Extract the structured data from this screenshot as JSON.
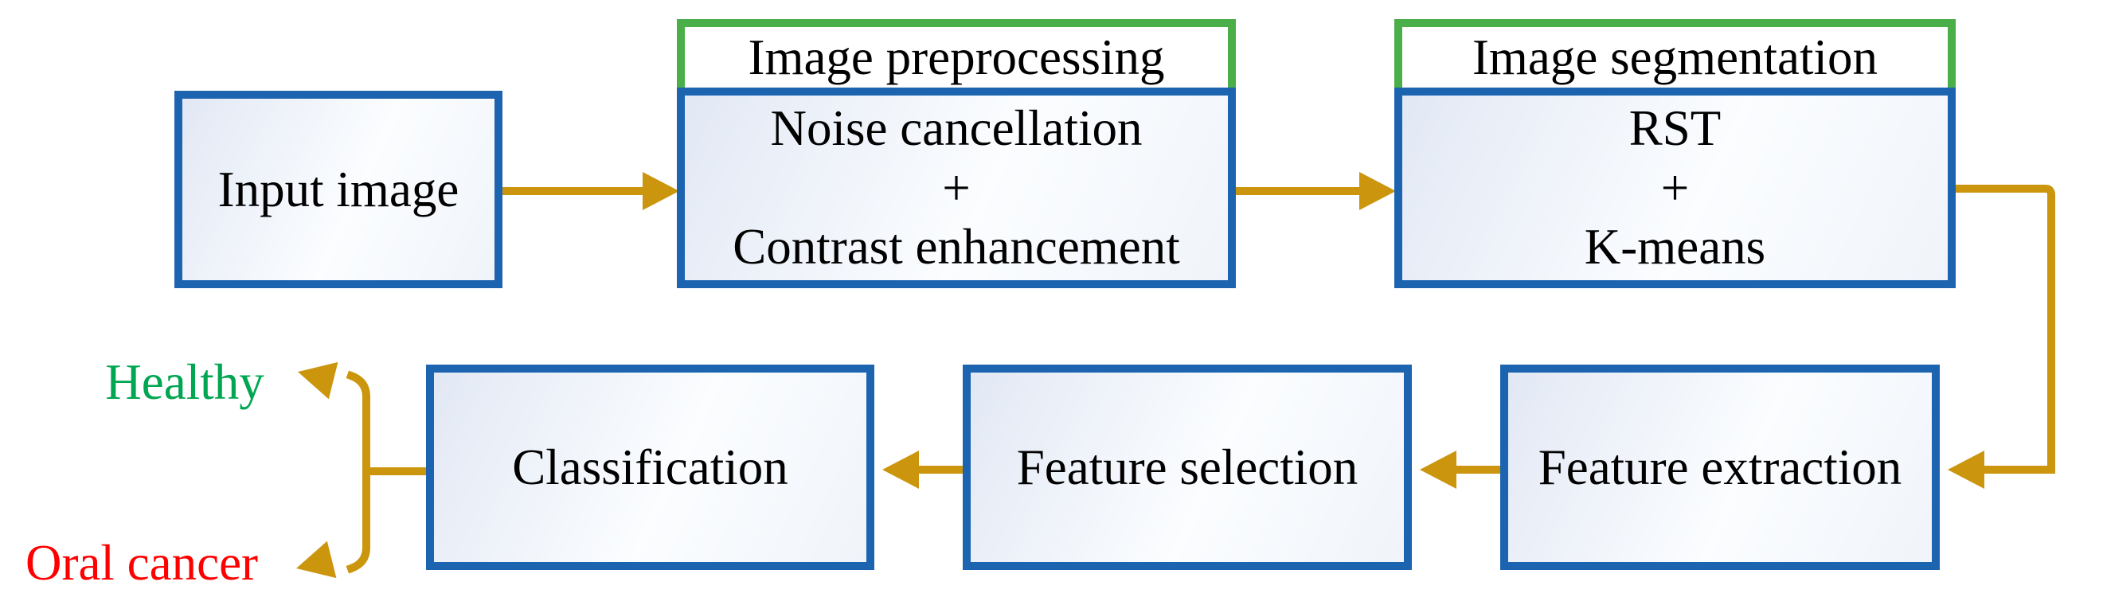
{
  "nodes": {
    "input": {
      "label": "Input image"
    },
    "preprocessing": {
      "header": "Image preprocessing",
      "line1": "Noise cancellation",
      "line2": "+",
      "line3": "Contrast enhancement"
    },
    "segmentation": {
      "header": "Image segmentation",
      "line1": "RST",
      "line2": "+",
      "line3": "K-means"
    },
    "feature_extraction": {
      "label": "Feature extraction"
    },
    "feature_selection": {
      "label": "Feature selection"
    },
    "classification": {
      "label": "Classification"
    }
  },
  "outputs": {
    "healthy": {
      "label": "Healthy",
      "color": "#00A651"
    },
    "oral_cancer": {
      "label": "Oral cancer",
      "color": "#FF0000"
    }
  },
  "edges": [
    {
      "from": "input",
      "to": "preprocessing"
    },
    {
      "from": "preprocessing",
      "to": "segmentation"
    },
    {
      "from": "segmentation",
      "to": "feature_extraction"
    },
    {
      "from": "feature_extraction",
      "to": "feature_selection"
    },
    {
      "from": "feature_selection",
      "to": "classification"
    },
    {
      "from": "classification",
      "to": "healthy"
    },
    {
      "from": "classification",
      "to": "oral_cancer"
    }
  ],
  "colors": {
    "box_border": "#1C63B0",
    "header_border": "#4AAE49",
    "arrow": "#CC950E",
    "text": "#000000"
  }
}
